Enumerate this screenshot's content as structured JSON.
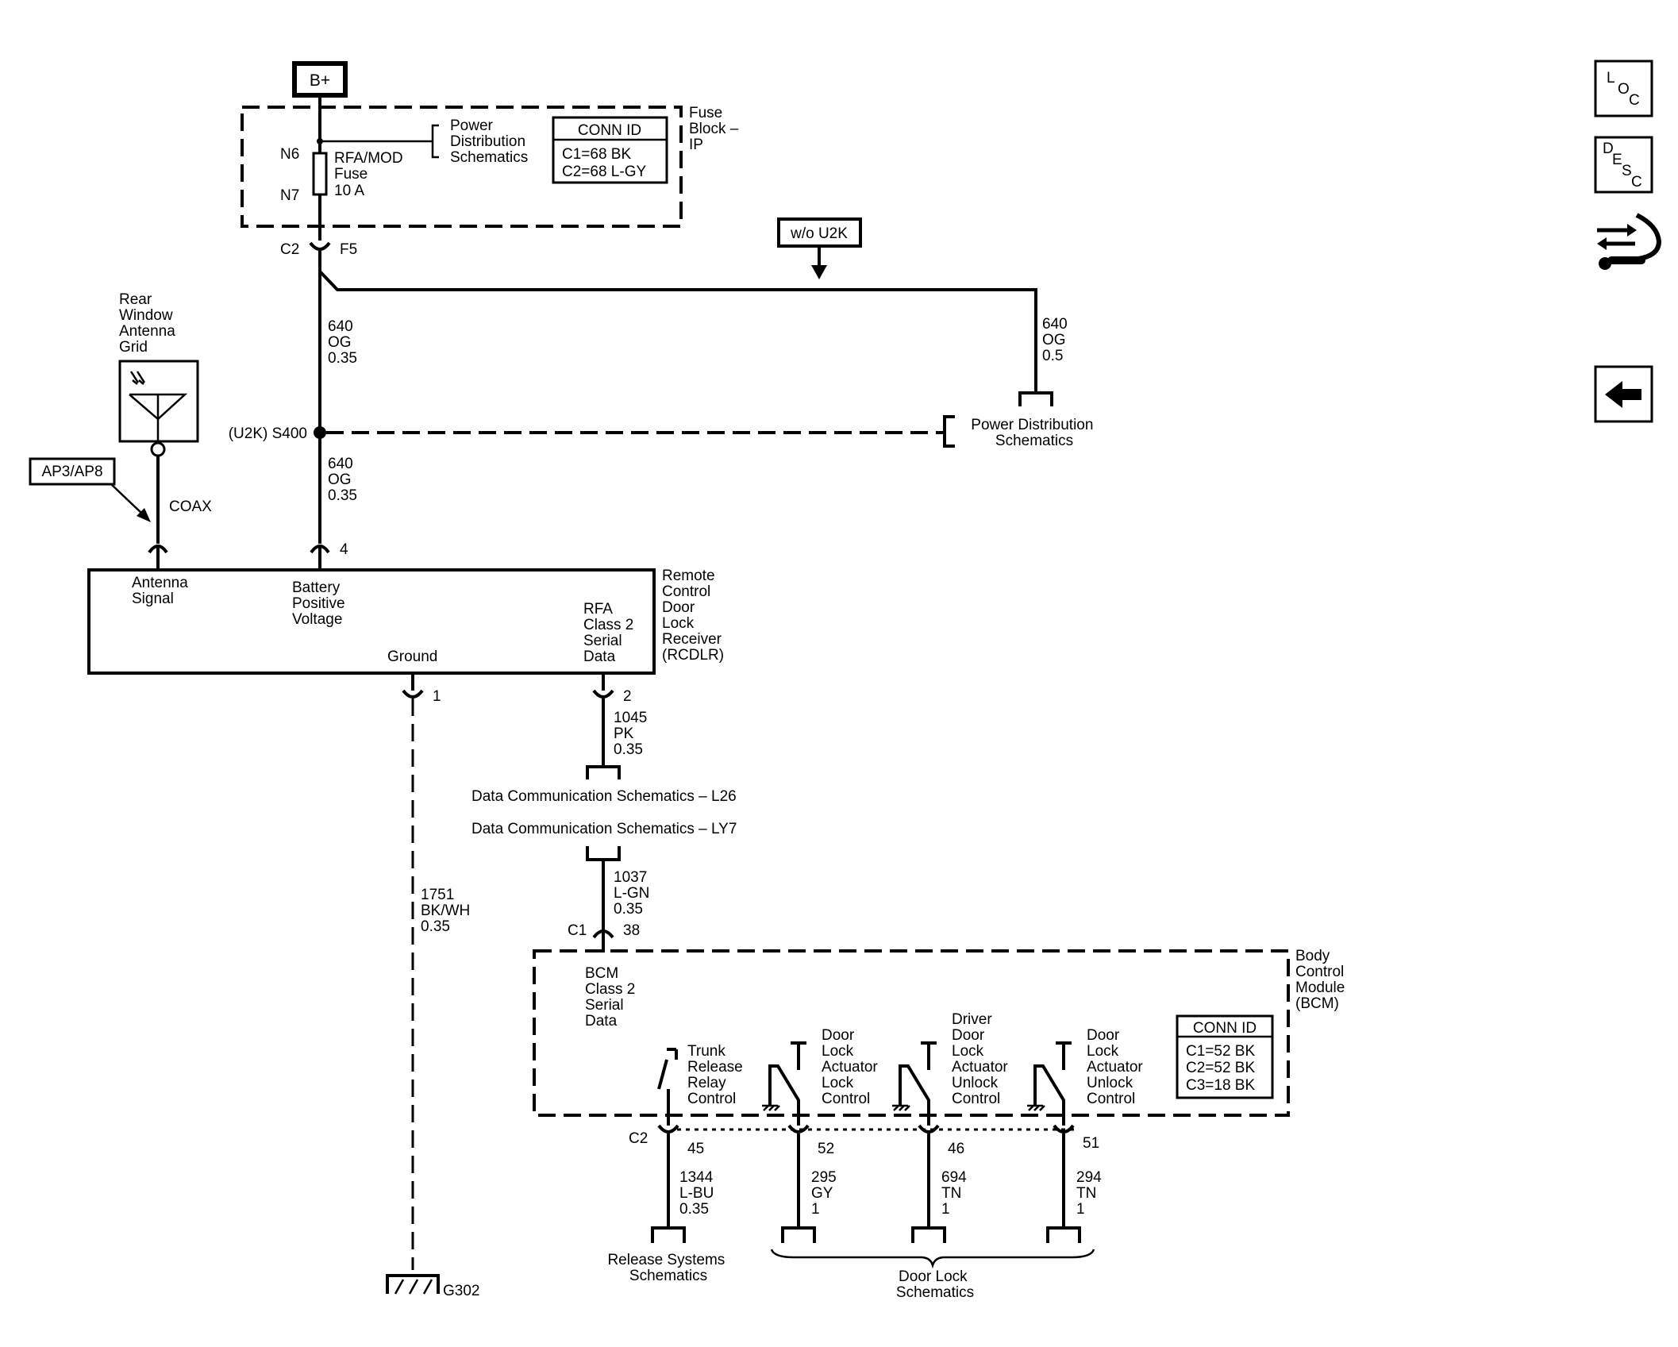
{
  "supply": {
    "bplus": "B+"
  },
  "fuse_block": {
    "pins": {
      "n6": "N6",
      "n7": "N7"
    },
    "fuse": [
      "RFA/MOD",
      "Fuse",
      "10 A"
    ],
    "pds": [
      "Power",
      "Distribution",
      "Schematics"
    ],
    "conn_id": {
      "title": "CONN ID",
      "rows": [
        "C1=68 BK",
        "C2=68 L-GY"
      ]
    },
    "name": [
      "Fuse",
      "Block –",
      "IP"
    ],
    "output_conn": {
      "connector": "C2",
      "pin": "F5"
    }
  },
  "option_label": "w/o U2K",
  "wires": {
    "w640_right": [
      "640",
      "OG",
      "0.5"
    ],
    "w640_upper": [
      "640",
      "OG",
      "0.35"
    ],
    "w640_lower": [
      "640",
      "OG",
      "0.35"
    ],
    "w1751": [
      "1751",
      "BK/WH",
      "0.35"
    ],
    "w1045": [
      "1045",
      "PK",
      "0.35"
    ],
    "w1037": [
      "1037",
      "L-GN",
      "0.35"
    ],
    "w1344": [
      "1344",
      "L-BU",
      "0.35"
    ],
    "w295": [
      "295",
      "GY",
      "1"
    ],
    "w694": [
      "694",
      "TN",
      "1"
    ],
    "w294": [
      "294",
      "TN",
      "1"
    ]
  },
  "splice": "(U2K) S400",
  "pds_right": [
    "Power Distribution",
    "Schematics"
  ],
  "antenna": {
    "name": [
      "Rear",
      "Window",
      "Antenna",
      "Grid"
    ],
    "coax": "COAX",
    "option": "AP3/AP8"
  },
  "rcdlr": {
    "name": [
      "Remote",
      "Control",
      "Door",
      "Lock",
      "Receiver",
      "(RCDLR)"
    ],
    "antenna_signal": [
      "Antenna",
      "Signal"
    ],
    "battery": [
      "Battery",
      "Positive",
      "Voltage"
    ],
    "ground": "Ground",
    "rfa_data": [
      "RFA",
      "Class 2",
      "Serial",
      "Data"
    ],
    "pins": {
      "battery": "4",
      "ground": "1",
      "data": "2"
    }
  },
  "data_comm": {
    "l26": "Data Communication Schematics – L26",
    "ly7": "Data Communication Schematics – LY7"
  },
  "bcm_conn": {
    "connector": "C1",
    "pin": "38"
  },
  "bcm": {
    "name": [
      "Body",
      "Control",
      "Module",
      "(BCM)"
    ],
    "class2": [
      "BCM",
      "Class 2",
      "Serial",
      "Data"
    ],
    "conn_id": {
      "title": "CONN ID",
      "rows": [
        "C1=52 BK",
        "C2=52 BK",
        "C3=18 BK"
      ]
    },
    "trunk": [
      "Trunk",
      "Release",
      "Relay",
      "Control"
    ],
    "lock": [
      "Door",
      "Lock",
      "Actuator",
      "Lock",
      "Control"
    ],
    "driver_unlock": [
      "Driver",
      "Door",
      "Lock",
      "Actuator",
      "Unlock",
      "Control"
    ],
    "unlock": [
      "Door",
      "Lock",
      "Actuator",
      "Unlock",
      "Control"
    ],
    "c2": "C2",
    "pins": {
      "trunk": "45",
      "lock": "52",
      "driver": "46",
      "unlock": "51"
    }
  },
  "ground_label": "G302",
  "release_sys": [
    "Release Systems",
    "Schematics"
  ],
  "door_lock_sch": [
    "Door Lock",
    "Schematics"
  ],
  "nav": {
    "loc": [
      "L",
      "O",
      "C"
    ],
    "desc": [
      "D",
      "E",
      "S",
      "C"
    ]
  }
}
